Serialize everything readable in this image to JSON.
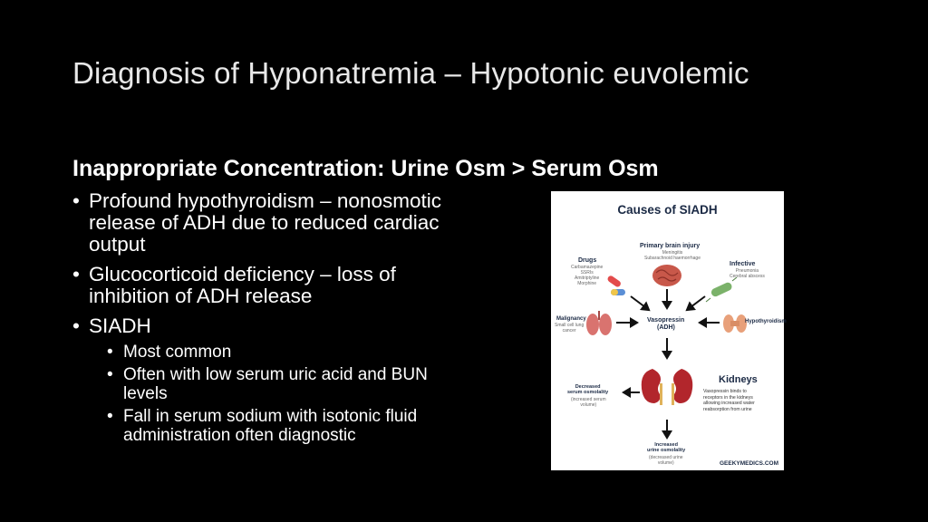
{
  "slide": {
    "title": "Diagnosis of Hyponatremia – Hypotonic euvolemic",
    "heading": "Inappropriate Concentration: Urine Osm > Serum Osm",
    "bullets": [
      {
        "text": "Profound hypothyroidism – nonosmotic release of ADH due to reduced cardiac output"
      },
      {
        "text": "Glucocorticoid deficiency – loss of inhibition of ADH release"
      },
      {
        "text": "SIADH",
        "sub": [
          "Most common",
          "Often with low serum uric acid and BUN levels",
          "Fall in serum sodium with isotonic fluid administration often diagnostic"
        ]
      }
    ]
  },
  "infographic": {
    "title": "Causes of SIADH",
    "primary": {
      "label": "Primary brain injury",
      "sub": "Meningitis\nSubarachnoid haemorrhage"
    },
    "drugs": {
      "label": "Drugs",
      "sub": "Carbamazepine\nSSRIs\nAmitriptyline\nMorphine"
    },
    "infective": {
      "label": "Infective",
      "sub": "Pneumonia\nCerebral abscess"
    },
    "malignancy": {
      "label": "Malignancy",
      "sub": "Small cell lung\ncancer"
    },
    "hypothyroidism": {
      "label": "Hypothyroidism"
    },
    "vasopressin": {
      "label": "Vasopressin",
      "sub": "(ADH)"
    },
    "kidneys": {
      "label": "Kidneys",
      "text": "Vasopressin binds to receptors in the kidneys allowing increased water reabsorption from urine"
    },
    "decreased": {
      "label": "Decreased\nserum osmolality",
      "sub": "(increased serum\nvolume)"
    },
    "increased": {
      "label": "Increased\nurine osmolality",
      "sub": "(decreased urine\nvolume)"
    },
    "brand": "GEEKYMEDICS.COM",
    "colors": {
      "navy": "#1b2a45",
      "kidney": "#b2262c",
      "brain": "#c8584a",
      "thyroid": "#e8a07a"
    }
  }
}
